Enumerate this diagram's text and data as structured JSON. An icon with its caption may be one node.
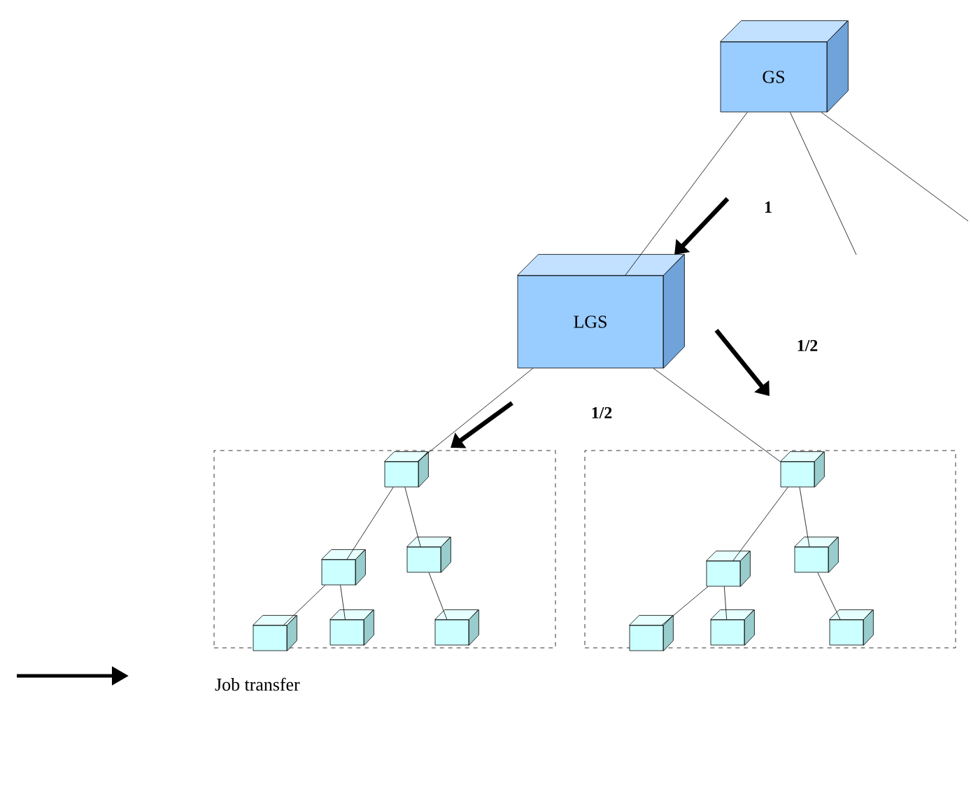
{
  "diagram": {
    "nodes": [
      {
        "text": [
          "GS"
        ]
      },
      {
        "text": [
          "LGS"
        ]
      },
      {
        "text": [],
        "shape": "box"
      },
      {
        "text": [],
        "shape": "box",
        "in": 2
      },
      {
        "text": [],
        "shape": "box",
        "in": 2
      },
      {
        "text": [],
        "shape": "box",
        "in": 2
      },
      {
        "text": [],
        "shape": "box",
        "in": 2
      },
      {
        "text": [],
        "shape": "box",
        "in": 2
      },
      {
        "text": [],
        "shape": "box",
        "in": 2
      },
      {
        "text": [],
        "shape": "box"
      },
      {
        "text": [],
        "shape": "box",
        "in": 9
      },
      {
        "text": [],
        "shape": "box",
        "in": 9
      },
      {
        "text": [],
        "shape": "box",
        "in": 9
      },
      {
        "text": [],
        "shape": "box",
        "in": 9
      },
      {
        "text": [],
        "shape": "box",
        "in": 9
      },
      {
        "text": [],
        "shape": "box",
        "in": 9
      }
    ],
    "edges": [
      {
        "from": 0,
        "to": 1,
        "arrow": "none"
      },
      {
        "from": 0,
        "to": null,
        "arrow": "none"
      },
      {
        "from": 0,
        "to": null,
        "arrow": "none"
      },
      {
        "from": 1,
        "to": 3,
        "arrow": "none"
      },
      {
        "from": 1,
        "to": 10,
        "arrow": "none"
      },
      {
        "from": 3,
        "to": 4,
        "arrow": "none"
      },
      {
        "from": 3,
        "to": 5,
        "arrow": "none"
      },
      {
        "from": 4,
        "to": 6,
        "arrow": "none"
      },
      {
        "from": 4,
        "to": 7,
        "arrow": "none"
      },
      {
        "from": 5,
        "to": 8,
        "arrow": "none"
      },
      {
        "from": 10,
        "to": 11,
        "arrow": "none"
      },
      {
        "from": 10,
        "to": 12,
        "arrow": "none"
      },
      {
        "from": 11,
        "to": 13,
        "arrow": "none"
      },
      {
        "from": 11,
        "to": 14,
        "arrow": "none"
      },
      {
        "from": 12,
        "to": 15,
        "arrow": "none"
      }
    ],
    "labels": [
      "1",
      "1/2",
      "1/2"
    ],
    "legend": [
      {
        "text": "Job transfer"
      }
    ]
  }
}
